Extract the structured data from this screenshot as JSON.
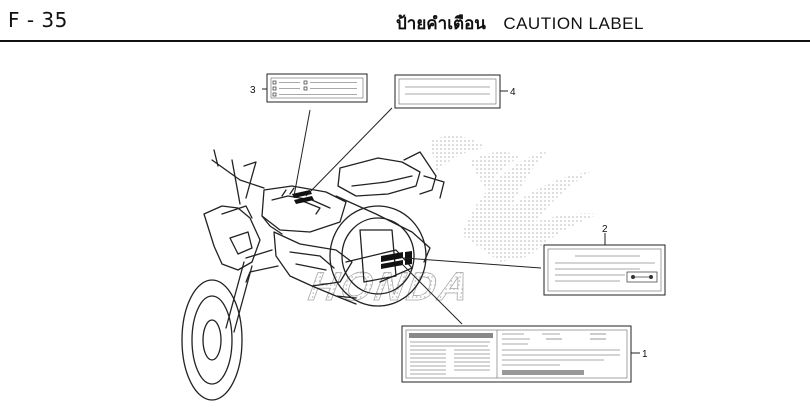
{
  "header": {
    "page_code": "F - 35",
    "title_thai": "ป้ายคำเตือน",
    "title_english": "CAUTION LABEL"
  },
  "watermark": {
    "brand_text": "HONDA"
  },
  "callouts": [
    {
      "number": "1"
    },
    {
      "number": "2"
    },
    {
      "number": "3"
    },
    {
      "number": "4"
    }
  ]
}
